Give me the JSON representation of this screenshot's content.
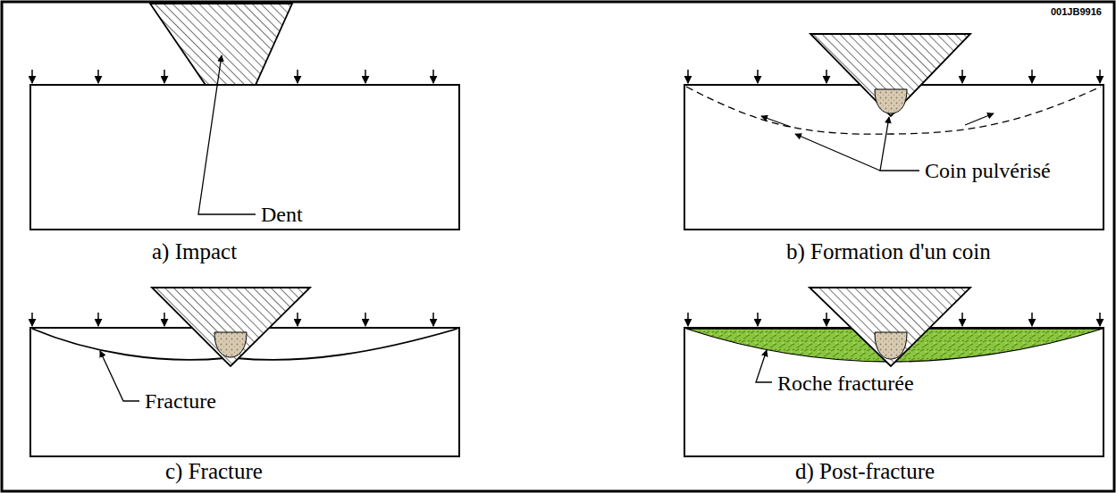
{
  "diagram": {
    "nodes": [
      {
        "text": [
          "Dent",
          "a) Impact"
        ]
      },
      {
        "text": [
          "Coin pulvérisé",
          "b) Formation d'un coin"
        ]
      },
      {
        "text": [
          "Fracture",
          "c) Fracture"
        ]
      },
      {
        "text": [
          "Roche fracturée",
          "d) Post-fracture"
        ]
      }
    ],
    "labels": [
      "001JB9916"
    ]
  }
}
